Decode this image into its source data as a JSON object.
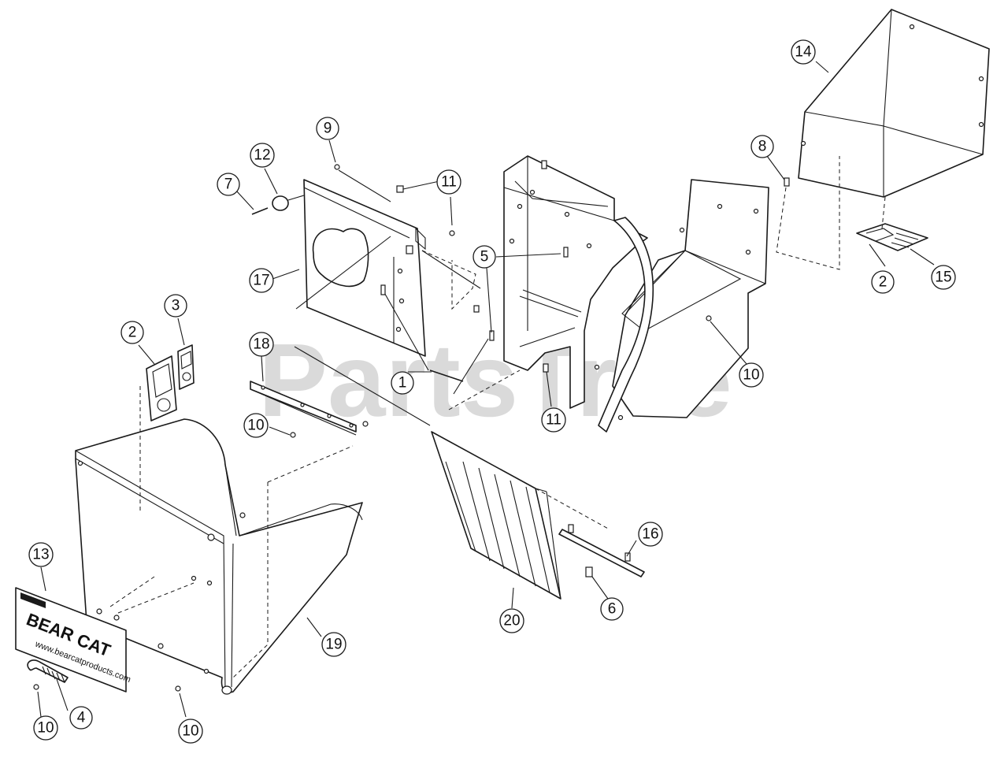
{
  "watermark": {
    "text": "PartsTree",
    "trademark": "™"
  },
  "decal_13": {
    "line1": "BEAR",
    "line2": "CAT",
    "url": "www.bearcatproducts.com"
  },
  "balloons": [
    {
      "label": "1"
    },
    {
      "label": "2"
    },
    {
      "label": "2"
    },
    {
      "label": "3"
    },
    {
      "label": "4"
    },
    {
      "label": "5"
    },
    {
      "label": "6"
    },
    {
      "label": "7"
    },
    {
      "label": "8"
    },
    {
      "label": "9"
    },
    {
      "label": "10"
    },
    {
      "label": "10"
    },
    {
      "label": "10"
    },
    {
      "label": "10"
    },
    {
      "label": "11"
    },
    {
      "label": "11"
    },
    {
      "label": "12"
    },
    {
      "label": "13"
    },
    {
      "label": "14"
    },
    {
      "label": "15"
    },
    {
      "label": "16"
    },
    {
      "label": "17"
    },
    {
      "label": "18"
    },
    {
      "label": "19"
    },
    {
      "label": "20"
    }
  ]
}
